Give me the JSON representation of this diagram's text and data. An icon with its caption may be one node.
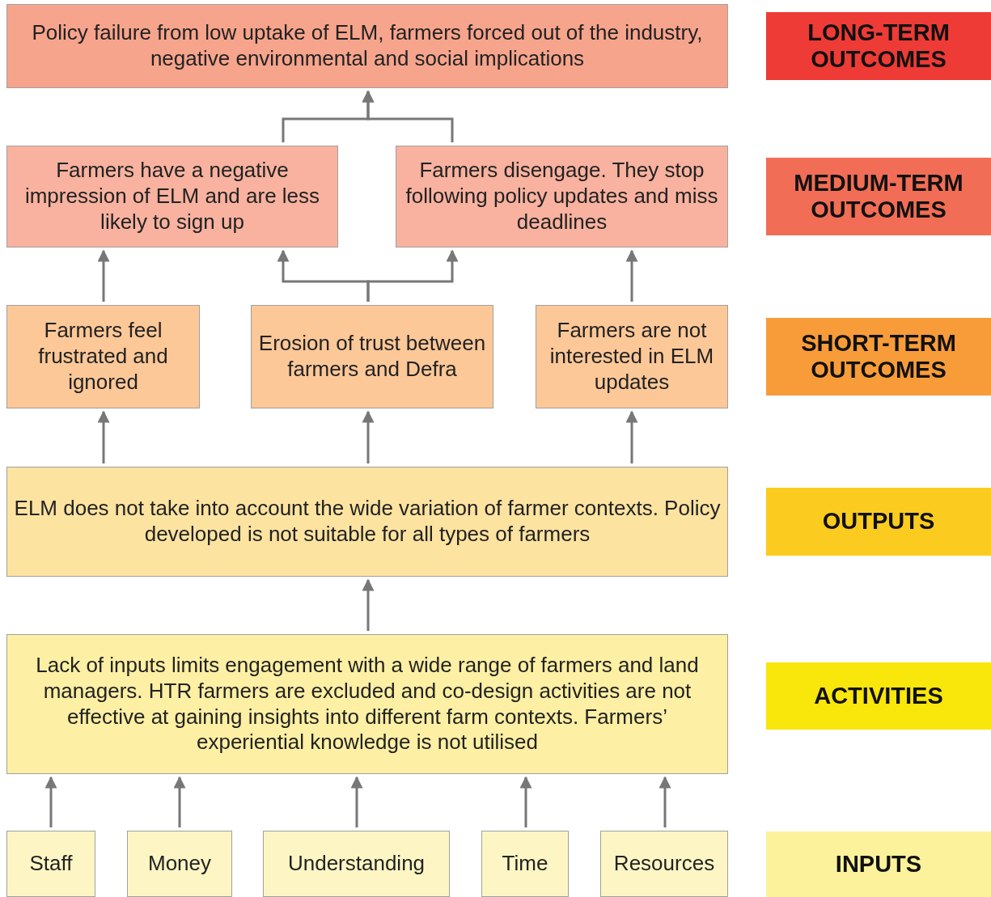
{
  "diagram": {
    "nodes": [
      {
        "text": [
          "Policy failure from low uptake of ELM, farmers forced out of the industry, negative environmental and social implications"
        ]
      },
      {
        "text": [
          "Farmers have a negative impression of ELM and are less likely to sign up"
        ]
      },
      {
        "text": [
          "Farmers disengage. They stop following policy updates and miss deadlines"
        ]
      },
      {
        "text": [
          "Farmers feel frustrated and ignored"
        ]
      },
      {
        "text": [
          "Erosion of trust between farmers and Defra"
        ]
      },
      {
        "text": [
          "Farmers are not interested in ELM updates"
        ]
      },
      {
        "text": [
          "ELM does not take into account the wide variation of farmer contexts. Policy developed is not suitable for all types of farmers"
        ]
      },
      {
        "text": [
          "Lack of inputs limits engagement with a wide range of farmers and land managers. HTR farmers are excluded and co-design activities are not effective at gaining insights into different farm contexts. Farmers’ experiential knowledge is not utilised"
        ]
      },
      {
        "text": [
          "Staff"
        ]
      },
      {
        "text": [
          "Money"
        ]
      },
      {
        "text": [
          "Understanding"
        ]
      },
      {
        "text": [
          "Time"
        ]
      },
      {
        "text": [
          "Resources"
        ]
      },
      {
        "text": [
          "LONG-TERM OUTCOMES"
        ]
      },
      {
        "text": [
          "MEDIUM-TERM OUTCOMES"
        ]
      },
      {
        "text": [
          "SHORT-TERM OUTCOMES"
        ]
      },
      {
        "text": [
          "OUTPUTS"
        ]
      },
      {
        "text": [
          "ACTIVITIES"
        ]
      },
      {
        "text": [
          "INPUTS"
        ]
      }
    ],
    "edges": [
      {
        "from": 8,
        "to": 7,
        "arrow": "to"
      },
      {
        "from": 9,
        "to": 7,
        "arrow": "to"
      },
      {
        "from": 10,
        "to": 7,
        "arrow": "to"
      },
      {
        "from": 11,
        "to": 7,
        "arrow": "to"
      },
      {
        "from": 12,
        "to": 7,
        "arrow": "to"
      },
      {
        "from": 7,
        "to": 6,
        "arrow": "to"
      },
      {
        "from": 6,
        "to": 3,
        "arrow": "to"
      },
      {
        "from": 6,
        "to": 4,
        "arrow": "to"
      },
      {
        "from": 6,
        "to": 5,
        "arrow": "to"
      },
      {
        "from": 3,
        "to": 1,
        "arrow": "to"
      },
      {
        "from": 4,
        "to": 1,
        "arrow": "to"
      },
      {
        "from": 4,
        "to": 2,
        "arrow": "to"
      },
      {
        "from": 5,
        "to": 2,
        "arrow": "to"
      },
      {
        "from": 1,
        "to": 0,
        "arrow": "to"
      },
      {
        "from": 2,
        "to": 0,
        "arrow": "to"
      }
    ]
  }
}
